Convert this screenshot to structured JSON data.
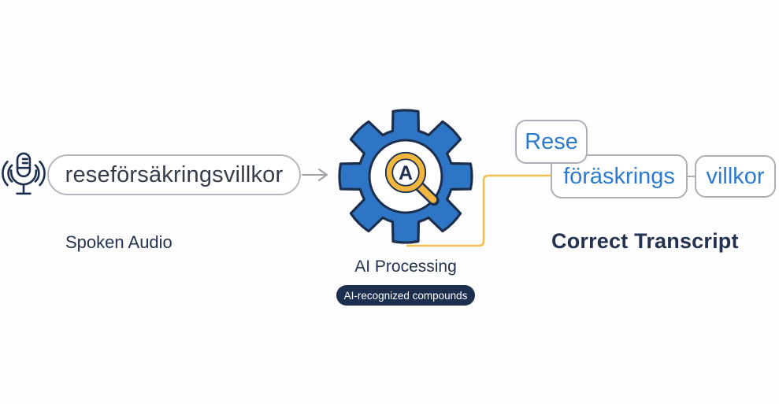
{
  "input": {
    "word": "reseförsäkringsvillkor",
    "caption": "Spoken Audio"
  },
  "processing": {
    "caption": "AI Processing",
    "badge_label": "AI-recognized compounds",
    "gear_letter": "A"
  },
  "output": {
    "caption": "Correct Transcript",
    "tokens": [
      "Rese",
      "föräskrings",
      "villkor"
    ]
  },
  "icons": [
    "microphone-icon",
    "sound-waves-icon",
    "gear-icon",
    "magnifier-icon",
    "arrow-right-icon"
  ],
  "colors": {
    "navy": "#1c2f4e",
    "gear_blue": "#2e75c5",
    "token_blue": "#2b7ace",
    "magnifier_yellow": "#f0b63e",
    "connector_yellow": "#f1bf4b",
    "border_gray": "#abb0b8",
    "arrow_gray": "#9ba1a8",
    "input_text": "#353d4b",
    "badge_bg": "#1c2f4e"
  }
}
